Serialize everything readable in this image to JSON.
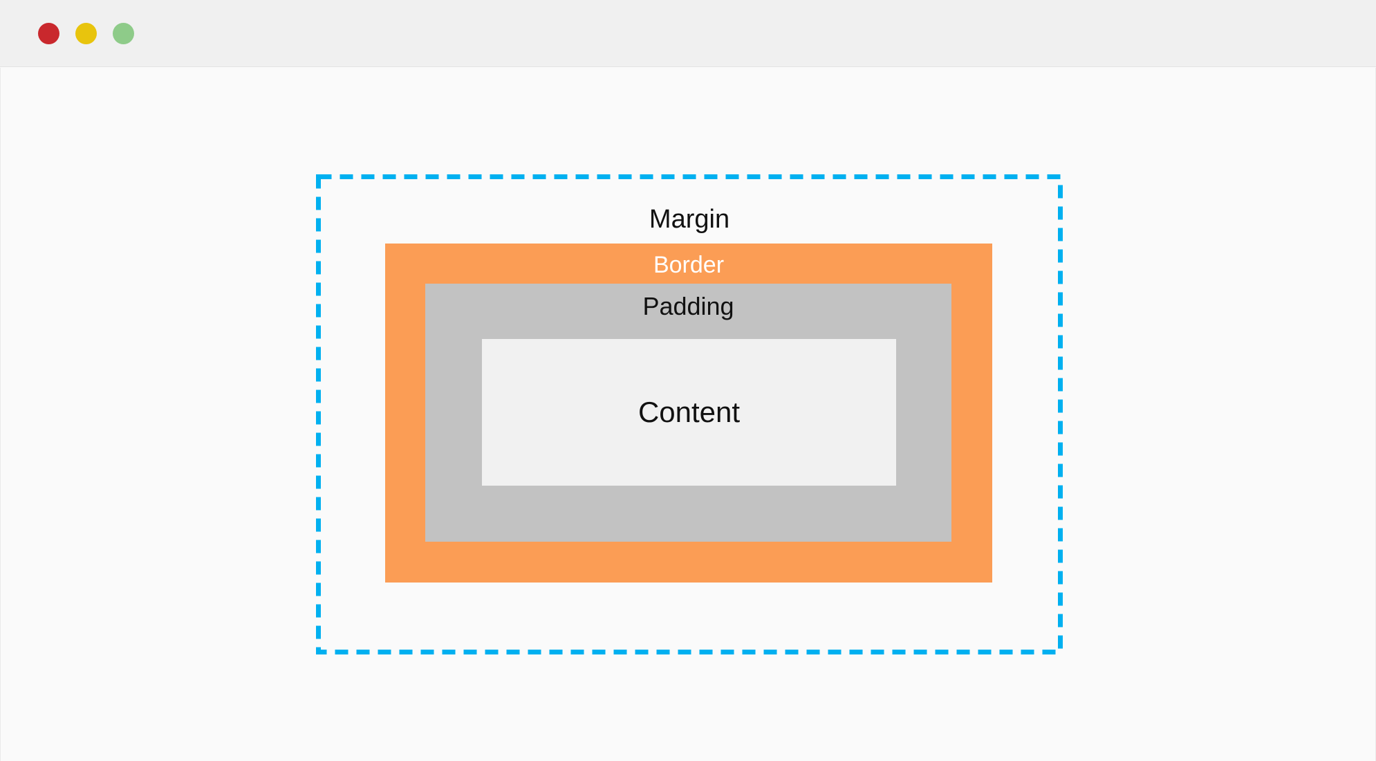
{
  "window": {
    "chrome": {
      "close_label": "close",
      "minimize_label": "minimize",
      "maximize_label": "maximize",
      "colors": {
        "close": "#c9282d",
        "minimize": "#e8c40d",
        "maximize": "#8ecb89",
        "titlebar_background": "#f0f0f0",
        "page_background": "#fafafa"
      }
    }
  },
  "diagram": {
    "type": "css-box-model",
    "layers": [
      {
        "key": "margin",
        "label": "Margin",
        "fill": "transparent",
        "stroke": "#00b0f0",
        "stroke_style": "dashed",
        "text_color": "#111111"
      },
      {
        "key": "border",
        "label": "Border",
        "fill": "#fb9d55",
        "stroke": "none",
        "stroke_style": "solid",
        "text_color": "#ffffff"
      },
      {
        "key": "padding",
        "label": "Padding",
        "fill": "#c2c2c2",
        "stroke": "none",
        "stroke_style": "solid",
        "text_color": "#111111"
      },
      {
        "key": "content",
        "label": "Content",
        "fill": "#f1f1f1",
        "stroke": "none",
        "stroke_style": "solid",
        "text_color": "#111111"
      }
    ],
    "margin_label": "Margin",
    "border_label": "Border",
    "padding_label": "Padding",
    "content_label": "Content"
  }
}
